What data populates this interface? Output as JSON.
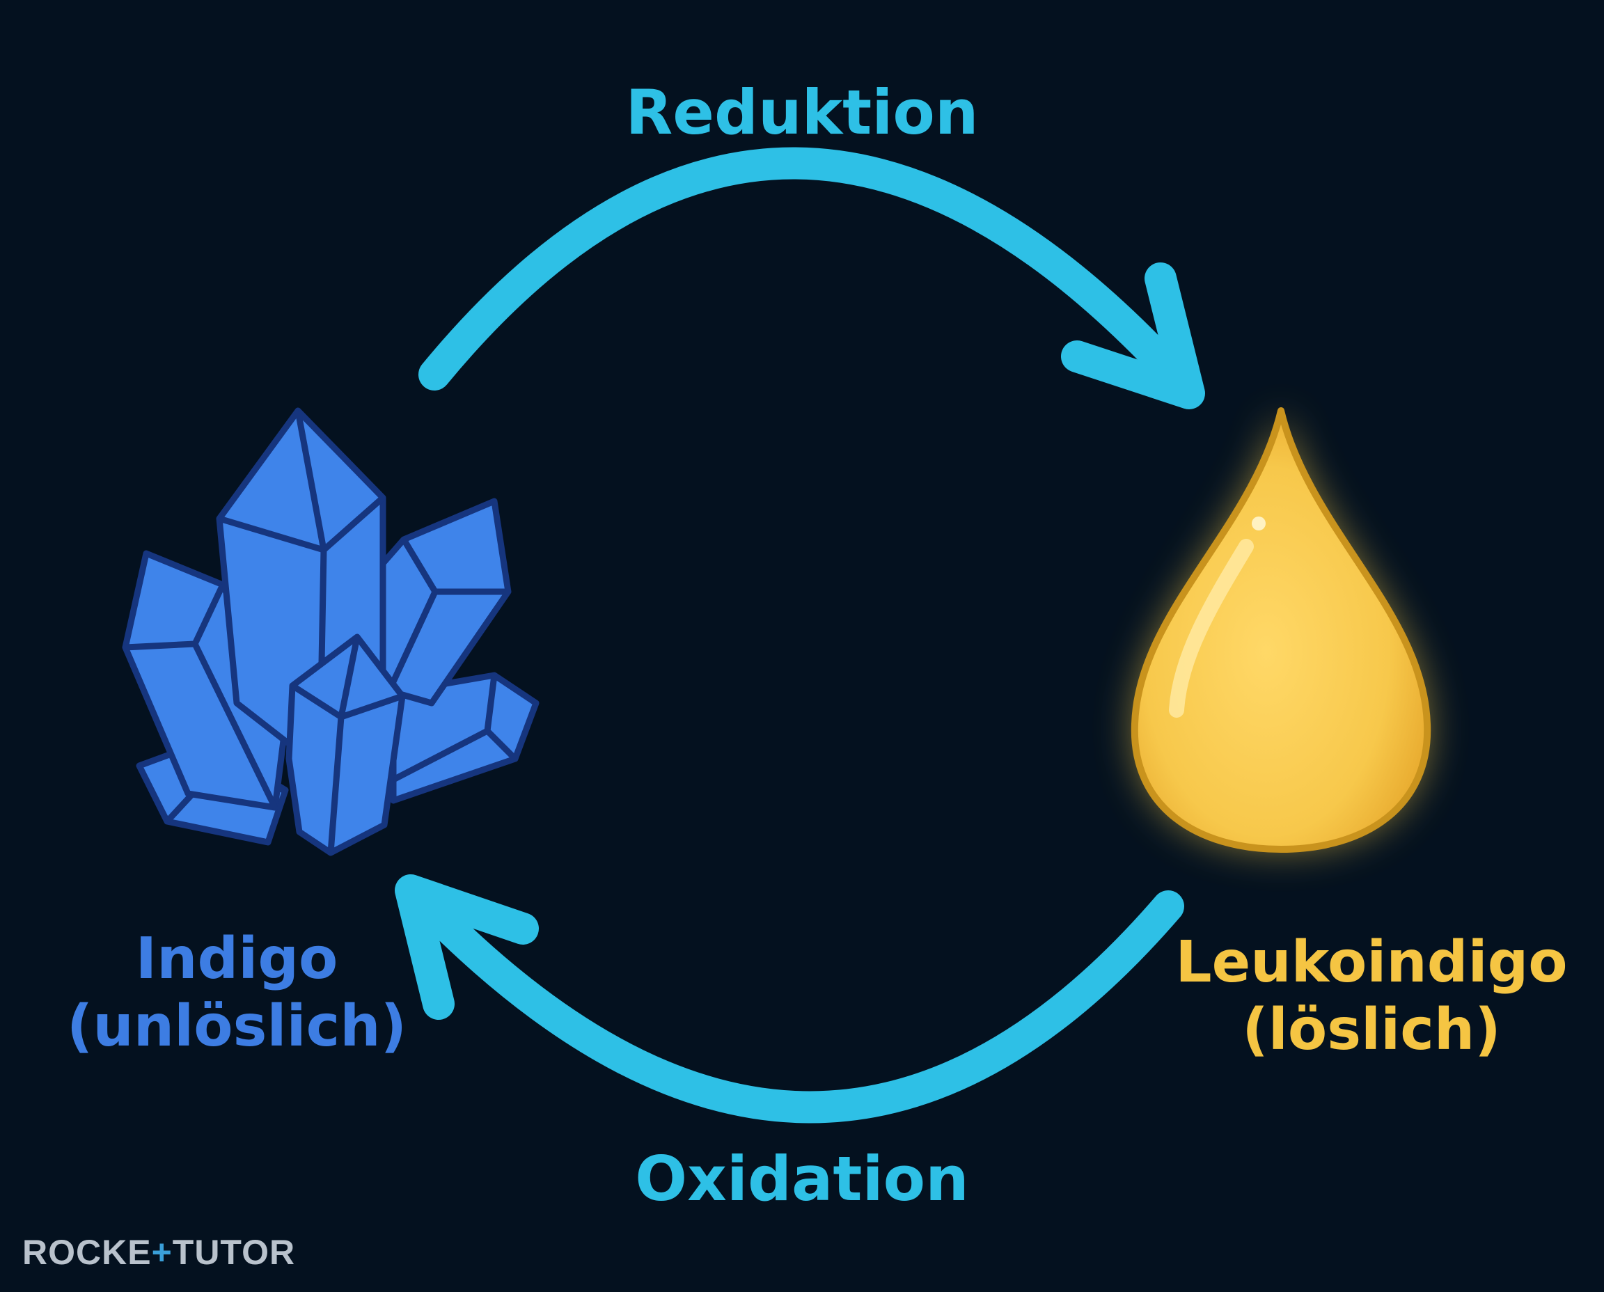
{
  "steps": {
    "reduction": "Reduktion",
    "oxidation": "Oxidation"
  },
  "nodes": {
    "indigo": {
      "name": "Indigo",
      "state": "(unlöslich)",
      "color": "#3d7de3"
    },
    "leukoindigo": {
      "name": "Leukoindigo",
      "state": "(löslich)",
      "color": "#f5c543"
    }
  },
  "brand": {
    "left": "ROCKE",
    "right": "TUTOR"
  },
  "colors": {
    "background": "#04111f",
    "arrow": "#2ec0e6",
    "crystal_fill": "#3f84ea",
    "crystal_stroke": "#16357e",
    "drop_fill": "#f7c84b",
    "drop_stroke": "#c9931d"
  },
  "icons": {
    "indigo": "crystal-cluster-icon",
    "leukoindigo": "liquid-drop-icon"
  }
}
